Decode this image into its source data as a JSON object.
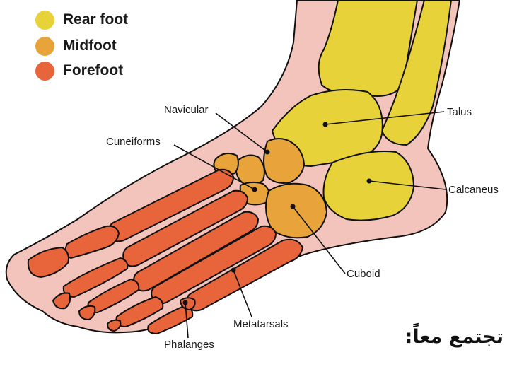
{
  "legend": [
    {
      "label": "Rear foot",
      "color": "#e8d23a"
    },
    {
      "label": "Midfoot",
      "color": "#e8a43a"
    },
    {
      "label": "Forefoot",
      "color": "#e8643a"
    }
  ],
  "labels": {
    "navicular": "Navicular",
    "cuneiforms": "Cuneiforms",
    "talus": "Talus",
    "calcaneus": "Calcaneus",
    "cuboid": "Cuboid",
    "metatarsals": "Metatarsals",
    "phalanges": "Phalanges"
  },
  "colors": {
    "skin": "#f2c4bc",
    "outline": "#111111",
    "rear_foot": "#e8d23a",
    "midfoot": "#e8a43a",
    "forefoot": "#e8643a"
  },
  "caption": "تجتمع معاً:"
}
